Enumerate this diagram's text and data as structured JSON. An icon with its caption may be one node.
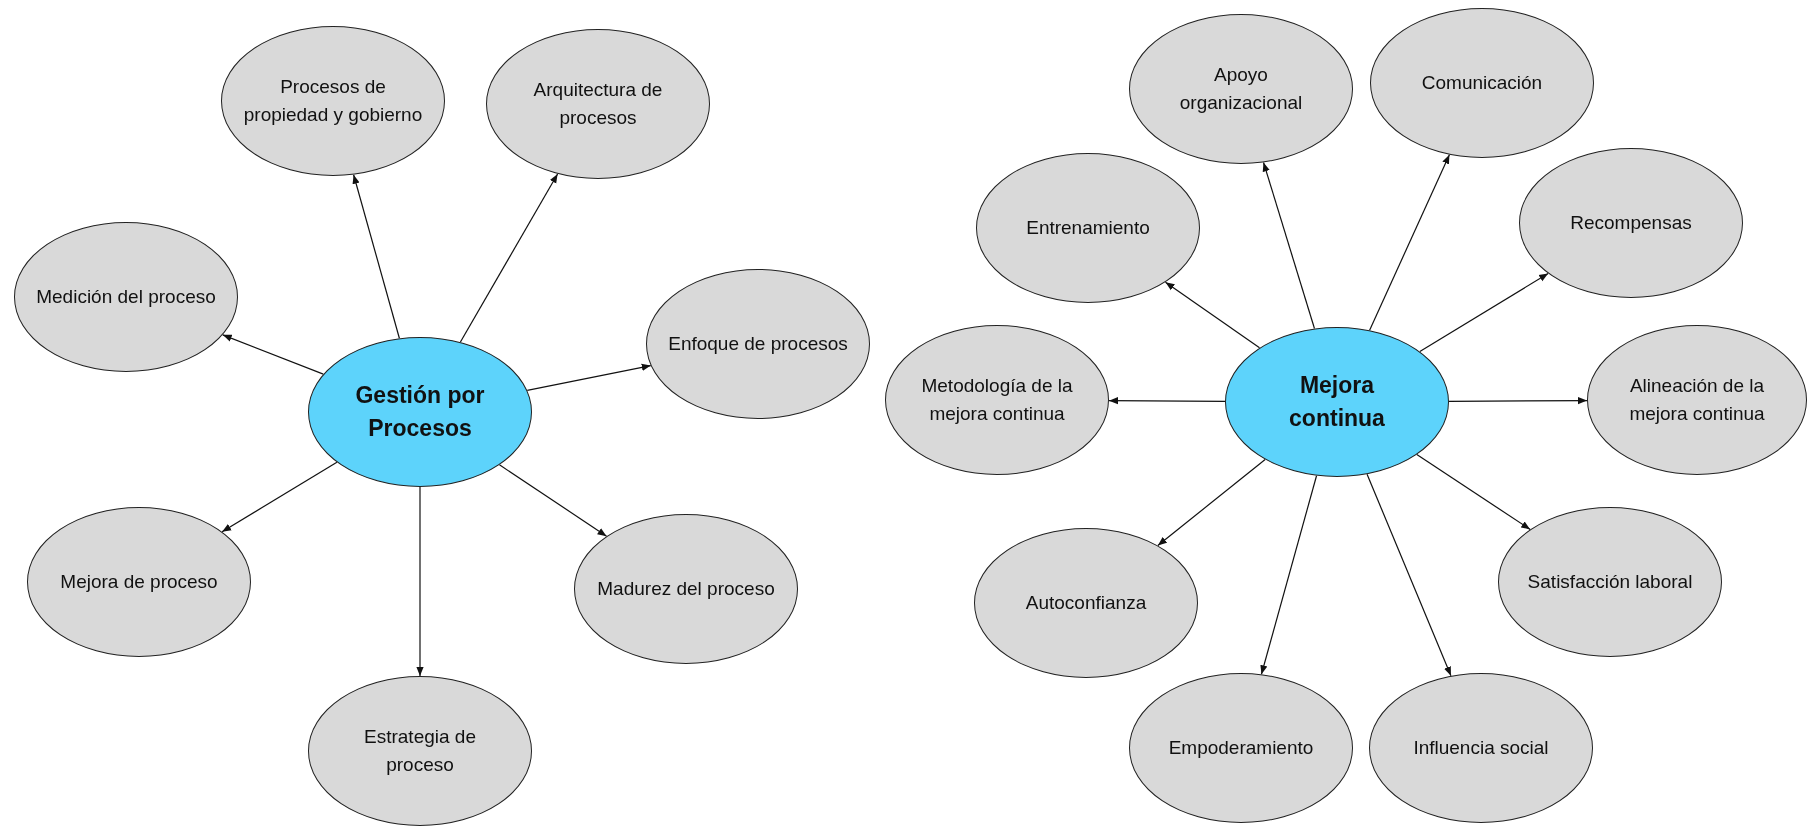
{
  "diagram": {
    "nodes": [
      {
        "text": [
          "Gestión por Procesos"
        ]
      },
      {
        "text": [
          "Procesos de propiedad y gobierno"
        ]
      },
      {
        "text": [
          "Arquitectura de procesos"
        ]
      },
      {
        "text": [
          "Medición del proceso"
        ]
      },
      {
        "text": [
          "Enfoque de procesos"
        ]
      },
      {
        "text": [
          "Mejora de proceso"
        ]
      },
      {
        "text": [
          "Madurez del proceso"
        ]
      },
      {
        "text": [
          "Estrategia de proceso"
        ]
      },
      {
        "text": [
          "Mejora continua"
        ]
      },
      {
        "text": [
          "Apoyo organizacional"
        ]
      },
      {
        "text": [
          "Comunicación"
        ]
      },
      {
        "text": [
          "Entrenamiento"
        ]
      },
      {
        "text": [
          "Recompensas"
        ]
      },
      {
        "text": [
          "Metodología de la mejora continua"
        ]
      },
      {
        "text": [
          "Alineación de la mejora continua"
        ]
      },
      {
        "text": [
          "Autoconfianza"
        ]
      },
      {
        "text": [
          "Satisfacción laboral"
        ]
      },
      {
        "text": [
          "Empoderamiento"
        ]
      },
      {
        "text": [
          "Influencia social"
        ]
      }
    ],
    "edges": [
      {
        "from": 0,
        "to": 1,
        "arrow": "to"
      },
      {
        "from": 0,
        "to": 2,
        "arrow": "to"
      },
      {
        "from": 0,
        "to": 3,
        "arrow": "to"
      },
      {
        "from": 0,
        "to": 4,
        "arrow": "to"
      },
      {
        "from": 0,
        "to": 5,
        "arrow": "to"
      },
      {
        "from": 0,
        "to": 6,
        "arrow": "to"
      },
      {
        "from": 0,
        "to": 7,
        "arrow": "to"
      },
      {
        "from": 8,
        "to": 9,
        "arrow": "to"
      },
      {
        "from": 8,
        "to": 10,
        "arrow": "to"
      },
      {
        "from": 8,
        "to": 11,
        "arrow": "to"
      },
      {
        "from": 8,
        "to": 12,
        "arrow": "to"
      },
      {
        "from": 8,
        "to": 13,
        "arrow": "to"
      },
      {
        "from": 8,
        "to": 14,
        "arrow": "to"
      },
      {
        "from": 8,
        "to": 15,
        "arrow": "to"
      },
      {
        "from": 8,
        "to": 16,
        "arrow": "to"
      },
      {
        "from": 8,
        "to": 17,
        "arrow": "to"
      },
      {
        "from": 8,
        "to": 18,
        "arrow": "to"
      }
    ]
  }
}
